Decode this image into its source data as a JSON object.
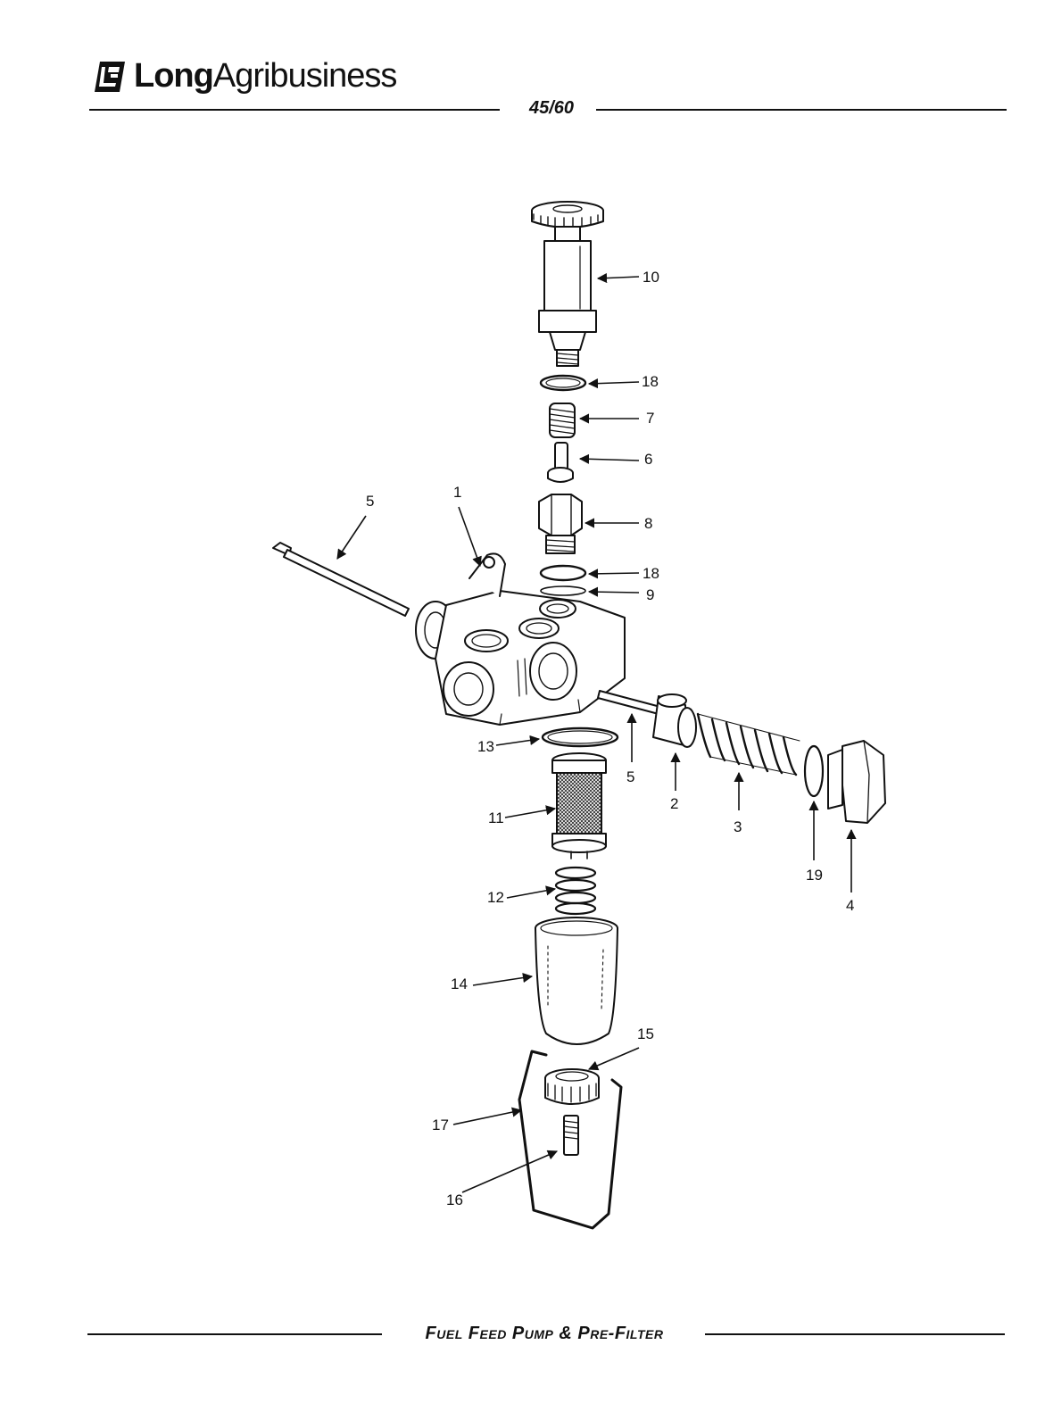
{
  "header": {
    "brand_bold": "Long",
    "brand_light": "Agribusiness",
    "page_number": "45/60"
  },
  "footer": {
    "title": "Fuel Feed Pump & Pre-Filter"
  },
  "callouts": {
    "c10": "10",
    "c18a": "18",
    "c7": "7",
    "c6": "6",
    "c5a": "5",
    "c1": "1",
    "c8": "8",
    "c18b": "18",
    "c9": "9",
    "c13": "13",
    "c5b": "5",
    "c2": "2",
    "c3": "3",
    "c11": "11",
    "c19": "19",
    "c4": "4",
    "c12": "12",
    "c14": "14",
    "c15": "15",
    "c17": "17",
    "c16": "16"
  }
}
